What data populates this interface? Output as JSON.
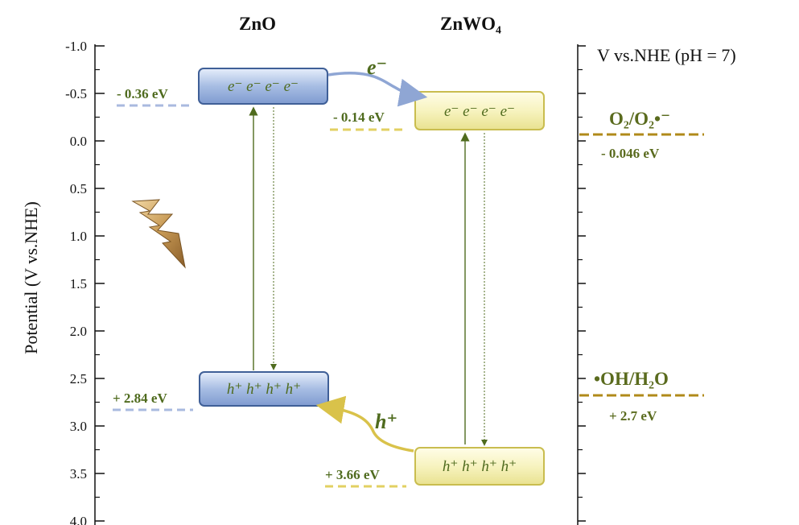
{
  "left_axis": {
    "title": "Potential (V vs.NHE)",
    "ticks": [
      "-1.0",
      "-0.5",
      "0.0",
      "0.5",
      "1.0",
      "1.5",
      "2.0",
      "2.5",
      "3.0",
      "3.5",
      "4.0"
    ]
  },
  "right_axis": {
    "title": "V vs.NHE (pH = 7)"
  },
  "materials": [
    {
      "name": "ZnO",
      "cb_label": "- 0.36 eV",
      "vb_label": "+ 2.84 eV",
      "cb_carriers": "e⁻ e⁻ e⁻ e⁻",
      "vb_carriers": "h⁺ h⁺ h⁺ h⁺",
      "color": "#9fb7dd"
    },
    {
      "name": "ZnWO₄",
      "cb_label": "- 0.14 eV",
      "vb_label": "+ 3.66 eV",
      "cb_carriers": "e⁻ e⁻ e⁻ e⁻",
      "vb_carriers": "h⁺ h⁺ h⁺ h⁺",
      "color": "#f5f2b8"
    }
  ],
  "transfers": {
    "electron": "e⁻",
    "hole": "h⁺"
  },
  "redox": [
    {
      "label": "O₂/O₂•⁻",
      "value": "- 0.046 eV",
      "color": "#b08a1a"
    },
    {
      "label": "•OH/H₂O",
      "value": "+ 2.7 eV",
      "color": "#b08a1a"
    }
  ],
  "icons": {
    "light": "lightning-icon"
  }
}
